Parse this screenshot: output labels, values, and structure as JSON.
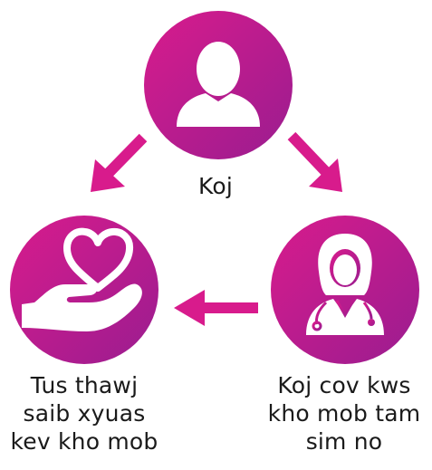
{
  "nodes": {
    "you": {
      "icon": "person-icon",
      "label_lines": [
        "Koj"
      ]
    },
    "caregiver": {
      "icon": "heart-in-hand-icon",
      "label_lines": [
        "Tus thawj",
        "saib xyuas",
        "kev kho mob"
      ]
    },
    "doctor": {
      "icon": "doctor-icon",
      "label_lines": [
        "Koj cov kws",
        "kho mob tam",
        "sim no"
      ]
    }
  },
  "colors": {
    "circle_gradient_start": "#d81b8c",
    "circle_gradient_end": "#8f1d8f",
    "arrow": "#d81b8c",
    "icon": "#ffffff",
    "text": "#1a1a1a"
  }
}
